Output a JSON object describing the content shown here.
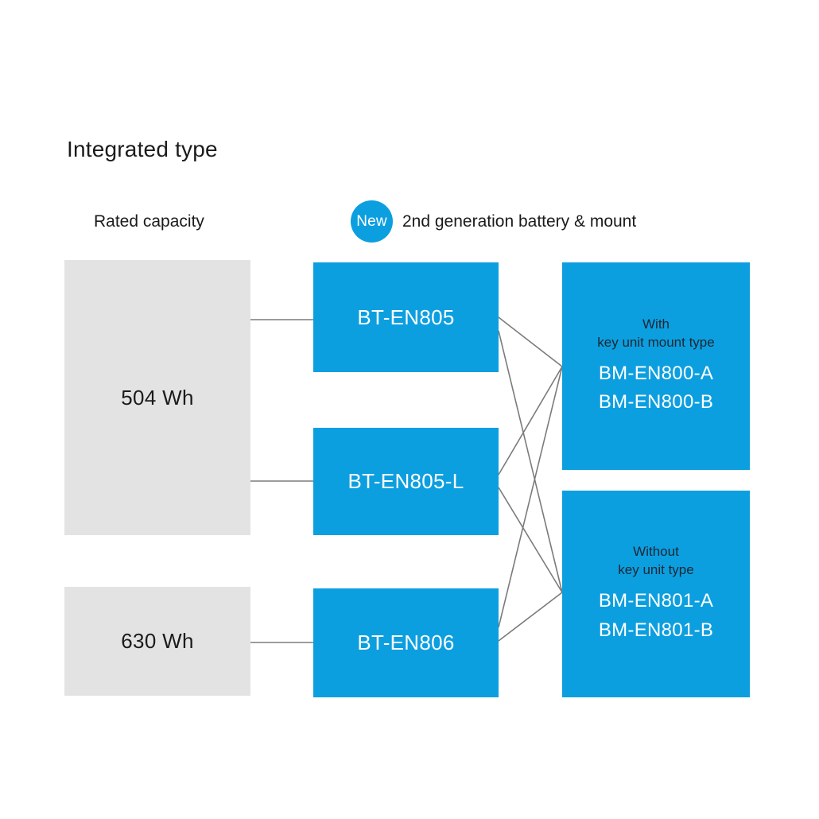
{
  "title": "Integrated type",
  "colors": {
    "blue": "#0c9fe0",
    "gray": "#e3e3e3",
    "text_dark": "#1b1b1b",
    "text_light": "#ffffff",
    "connector": "#7b7b7b",
    "background": "#ffffff"
  },
  "headers": {
    "rated_capacity": "Rated capacity",
    "generation": "2nd generation battery & mount",
    "new_badge": "New"
  },
  "columns": {
    "capacity": [
      {
        "id": "cap-504",
        "label": "504 Wh"
      },
      {
        "id": "cap-630",
        "label": "630 Wh"
      }
    ],
    "batteries": [
      {
        "id": "bt-en805",
        "label": "BT-EN805"
      },
      {
        "id": "bt-en805-l",
        "label": "BT-EN805-L"
      },
      {
        "id": "bt-en806",
        "label": "BT-EN806"
      }
    ],
    "mounts": [
      {
        "id": "bm-en800",
        "caption_line1": "With",
        "caption_line2": "key unit mount type",
        "codes": [
          "BM-EN800-A",
          "BM-EN800-B"
        ]
      },
      {
        "id": "bm-en801",
        "caption_line1": "Without",
        "caption_line2": "key unit type",
        "codes": [
          "BM-EN801-A",
          "BM-EN801-B"
        ]
      }
    ]
  },
  "connections": [
    {
      "from": "cap-504",
      "to": "bt-en805"
    },
    {
      "from": "cap-504",
      "to": "bt-en805-l"
    },
    {
      "from": "cap-630",
      "to": "bt-en806"
    },
    {
      "from": "bt-en805",
      "to": "bm-en800"
    },
    {
      "from": "bt-en805",
      "to": "bm-en801"
    },
    {
      "from": "bt-en805-l",
      "to": "bm-en800"
    },
    {
      "from": "bt-en805-l",
      "to": "bm-en801"
    },
    {
      "from": "bt-en806",
      "to": "bm-en800"
    },
    {
      "from": "bt-en806",
      "to": "bm-en801"
    }
  ]
}
